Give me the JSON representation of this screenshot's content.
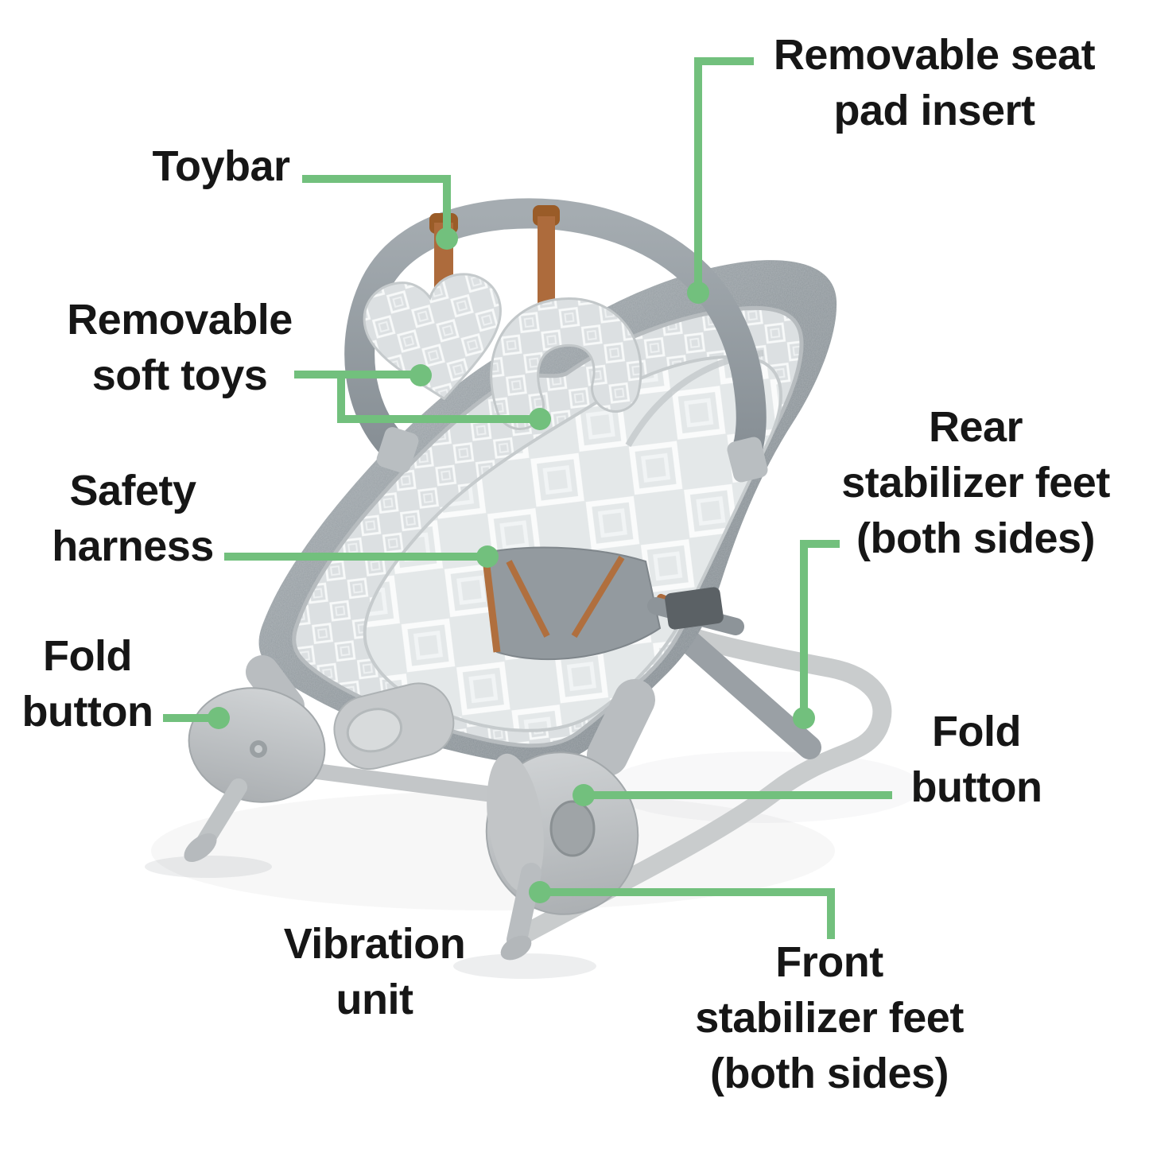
{
  "colors": {
    "accent_green": "#72c07d",
    "text": "#161616",
    "background": "#ffffff"
  },
  "labels": {
    "seat_pad": {
      "lines": [
        "Removable seat",
        "pad insert"
      ]
    },
    "toybar": {
      "lines": [
        "Toybar"
      ]
    },
    "soft_toys": {
      "lines": [
        "Removable",
        "soft toys"
      ]
    },
    "safety_harness": {
      "lines": [
        "Safety",
        "harness"
      ]
    },
    "fold_button_left": {
      "lines": [
        "Fold",
        "button"
      ]
    },
    "rear_stabilizer": {
      "lines": [
        "Rear",
        "stabilizer feet",
        "(both sides)"
      ]
    },
    "fold_button_right": {
      "lines": [
        "Fold",
        "button"
      ]
    },
    "vibration_unit": {
      "lines": [
        "Vibration",
        "unit"
      ]
    },
    "front_stabilizer": {
      "lines": [
        "Front",
        "stabilizer feet",
        "(both sides)"
      ]
    }
  }
}
